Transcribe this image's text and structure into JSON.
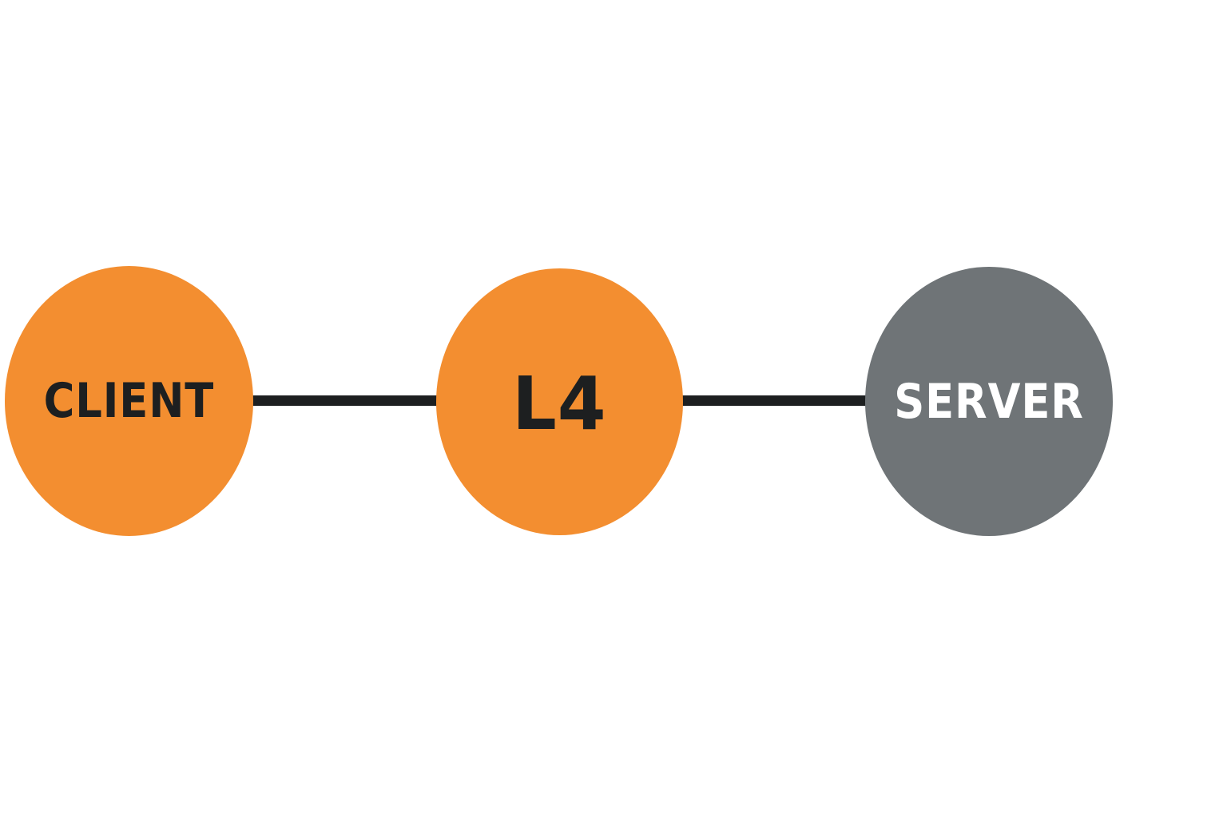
{
  "diagram": {
    "nodes": [
      {
        "id": "client",
        "label": "CLIENT",
        "fill": "#f38e30",
        "text_color": "#1d1f20"
      },
      {
        "id": "l4",
        "label": "L4",
        "fill": "#f38e30",
        "text_color": "#1d1f20"
      },
      {
        "id": "server",
        "label": "SERVER",
        "fill": "#6f7477",
        "text_color": "#ffffff"
      }
    ],
    "edges": [
      {
        "from": "client",
        "to": "l4",
        "color": "#1d1f20"
      },
      {
        "from": "l4",
        "to": "server",
        "color": "#1d1f20"
      }
    ]
  }
}
